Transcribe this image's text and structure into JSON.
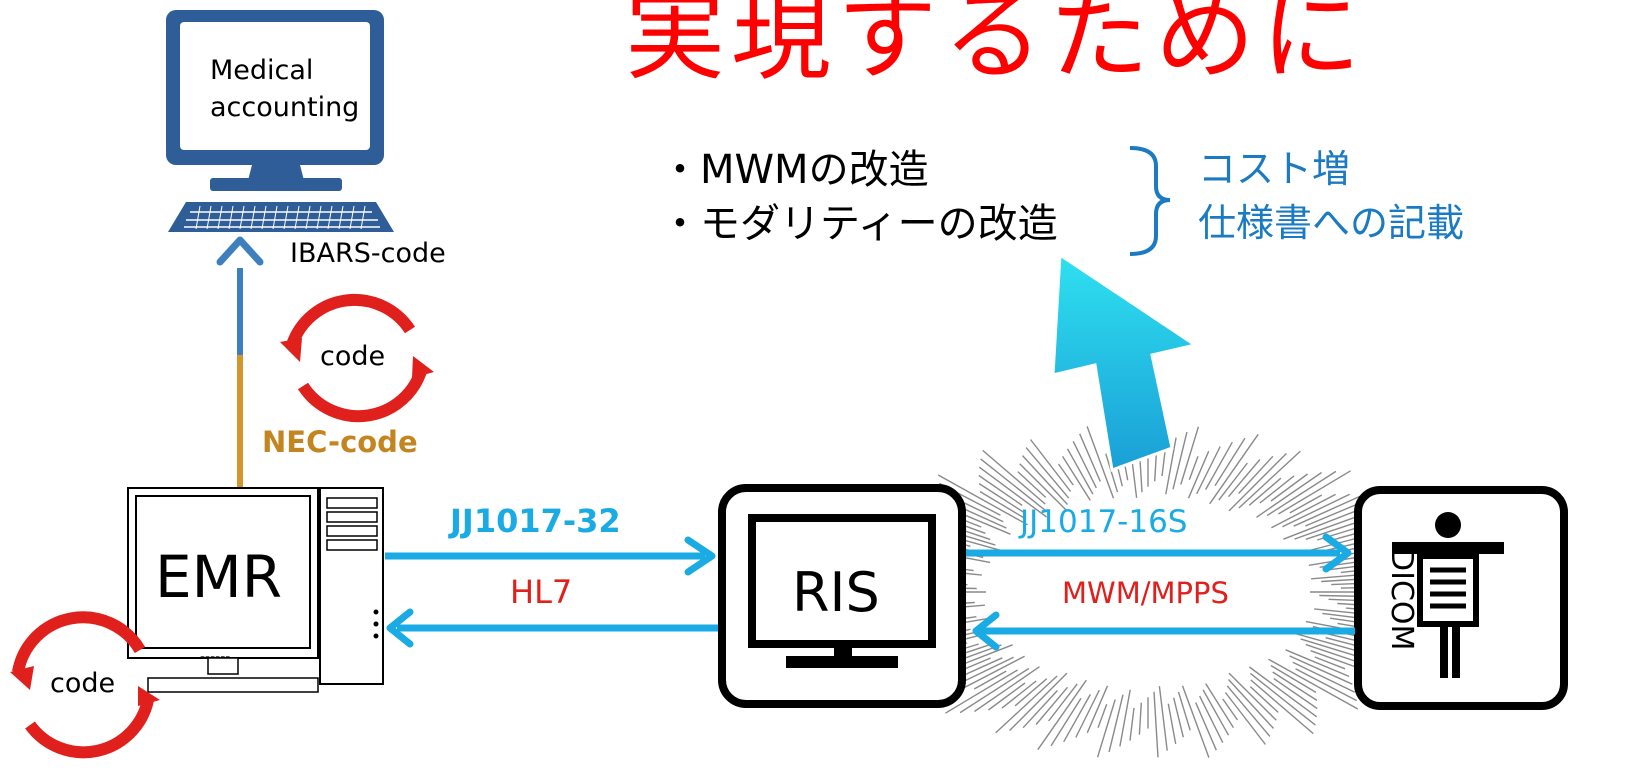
{
  "title": "実現するために",
  "bullets": [
    "・MWMの改造",
    "・モダリティーの改造"
  ],
  "consequences": [
    "コスト増",
    "仕様書への記載"
  ],
  "nodes": {
    "accounting": "Medical\naccounting",
    "emr": "EMR",
    "ris": "RIS",
    "modality": "DICOM"
  },
  "labels": {
    "ibars_code": "IBARS-code",
    "nec_code": "NEC-code",
    "code_cycle_1": "code",
    "code_cycle_2": "code",
    "jj1017_32": "JJ1017-32",
    "hl7": "HL7",
    "jj1017_16s": "JJ1017-16S",
    "mwm_mpps": "MWM/MPPS",
    "emr_monitor_text": "------"
  },
  "colors": {
    "title": "#ff0000",
    "blue_note": "#1a7ac2",
    "arrow_blue": "#1aaae4",
    "arrow_accounting": "#3e7fc0",
    "nec_line": "#d4962c",
    "cycle_red": "#e0201c"
  }
}
